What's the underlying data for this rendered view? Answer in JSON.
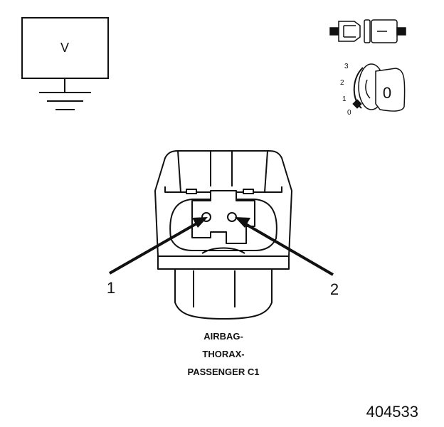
{
  "meter": {
    "label": "V"
  },
  "key_positions": {
    "labels": [
      "3",
      "2",
      "1",
      "0"
    ],
    "key_label": "0"
  },
  "connector": {
    "caption_lines": [
      "AIRBAG-",
      "THORAX-",
      "PASSENGER C1"
    ],
    "callouts": [
      "1",
      "2"
    ]
  },
  "figure_number": "404533"
}
